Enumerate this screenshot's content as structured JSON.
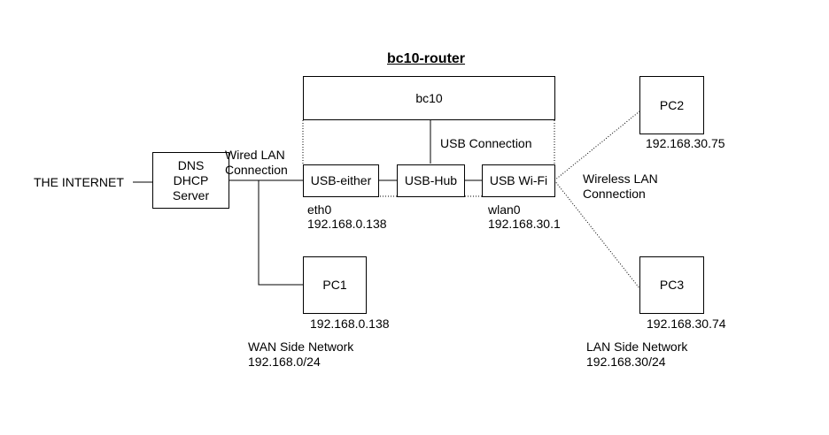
{
  "title": "bc10-router",
  "nodes": {
    "bc10": "bc10",
    "dns_server": {
      "line1": "DNS",
      "line2": "DHCP",
      "line3": "Server"
    },
    "usb_either": "USB-either",
    "usb_hub": "USB-Hub",
    "usb_wifi": "USB Wi-Fi",
    "pc1": "PC1",
    "pc2": "PC2",
    "pc3": "PC3"
  },
  "labels": {
    "internet": "THE INTERNET",
    "wired_lan": {
      "line1": "Wired LAN",
      "line2": "Connection"
    },
    "usb_connection": "USB Connection",
    "wireless_lan": {
      "line1": "Wireless LAN",
      "line2": "Connection"
    },
    "eth0": {
      "iface": "eth0",
      "ip": "192.168.0.138"
    },
    "wlan0": {
      "iface": "wlan0",
      "ip": "192.168.30.1"
    },
    "pc1_ip": "192.168.0.138",
    "pc2_ip": "192.168.30.75",
    "pc3_ip": "192.168.30.74",
    "wan_network": {
      "name": "WAN Side Network",
      "subnet": "192.168.0/24"
    },
    "lan_network": {
      "name": "LAN Side Network",
      "subnet": "192.168.30/24"
    }
  }
}
